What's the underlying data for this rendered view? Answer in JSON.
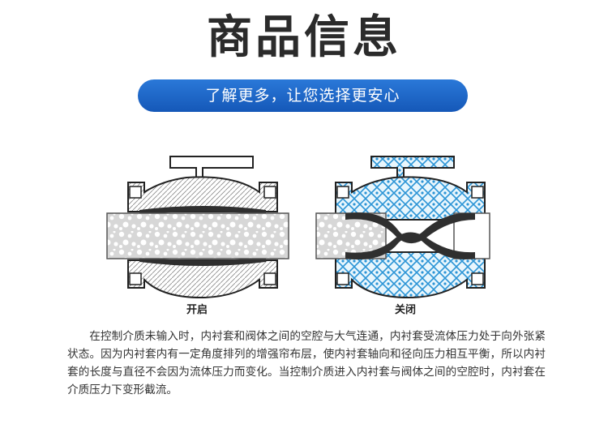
{
  "title": "商品信息",
  "banner": "了解更多，让您选择更安心",
  "diagram": {
    "open_label": "开启",
    "closed_label": "关闭"
  },
  "description": "在控制介质未输入时，内衬套和阀体之间的空腔与大气连通，内衬套受流体压力处于向外张紧状态。因为内衬套内有一定角度排列的增强帘布层，使内衬套轴向和径向压力相互平衡，所以内衬套的长度与直径不会因为流体压力而变化。当控制介质进入内衬套与阀体之间的空腔时，内衬套在介质压力下变形截流。"
}
